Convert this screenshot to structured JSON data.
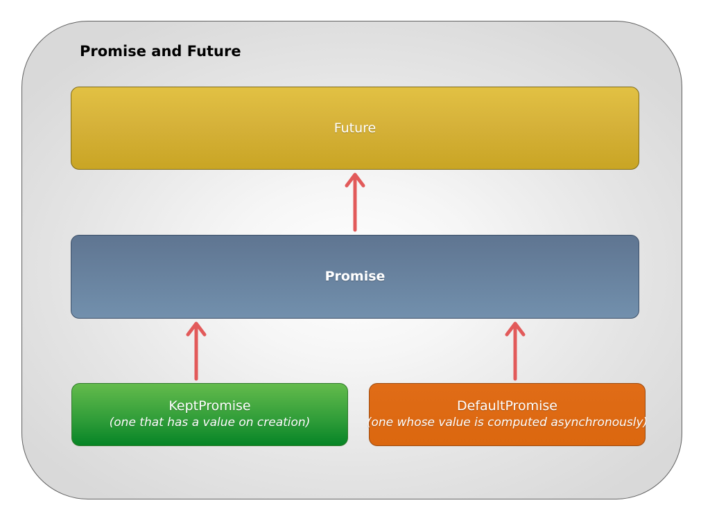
{
  "diagram": {
    "title": "Promise and Future",
    "nodes": {
      "future": {
        "label": "Future"
      },
      "promise": {
        "label": "Promise"
      },
      "kept_promise": {
        "label": "KeptPromise",
        "description": "(one that has a value on creation)"
      },
      "default_promise": {
        "label": "DefaultPromise",
        "description": "(one whose value is computed asynchronously)"
      }
    },
    "edges": [
      {
        "from": "promise",
        "to": "future"
      },
      {
        "from": "kept_promise",
        "to": "promise"
      },
      {
        "from": "default_promise",
        "to": "promise"
      }
    ],
    "colors": {
      "future": "#d6b23a",
      "promise": "#6a85a3",
      "kept_promise": "#34a03a",
      "default_promise": "#dd6a12",
      "arrow": "#e25a5a"
    }
  }
}
